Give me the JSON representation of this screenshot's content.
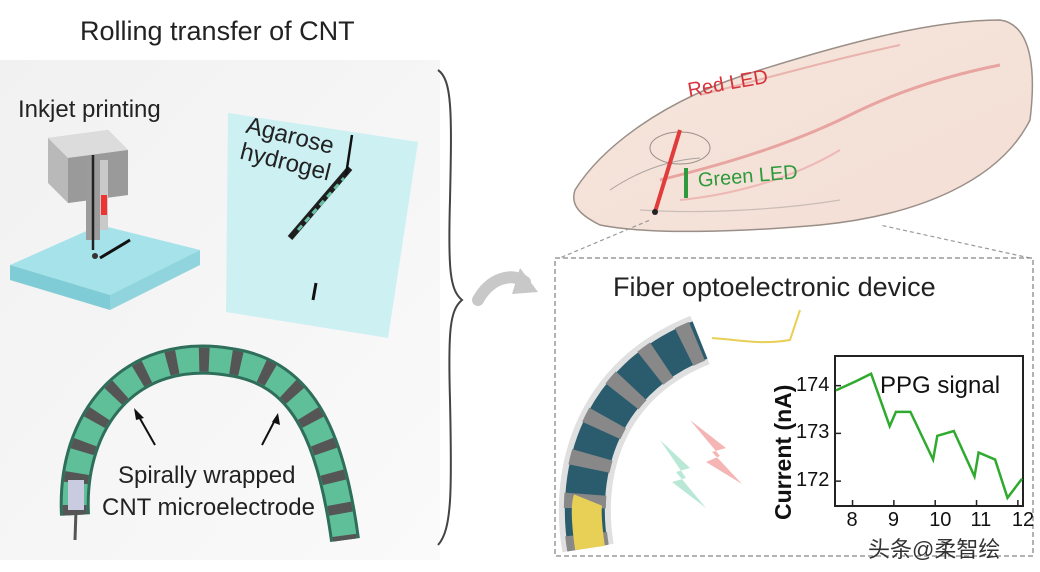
{
  "left_panel": {
    "title": "Rolling transfer of CNT",
    "inkjet_label": "Inkjet printing",
    "hydrogel_label_line1": "Agarose",
    "hydrogel_label_line2": "hydrogel",
    "electrode_label_line1": "Spirally wrapped",
    "electrode_label_line2": "CNT microelectrode"
  },
  "right_top": {
    "red_led": "Red LED",
    "green_led": "Green LED"
  },
  "right_bottom": {
    "title": "Fiber optoelectronic device"
  },
  "watermark": "头条@柔智绘",
  "chart_data": {
    "type": "line",
    "title": "PPG signal",
    "xlabel": "",
    "ylabel": "Current (nA)",
    "xlim": [
      7.6,
      12.1
    ],
    "ylim": [
      171.5,
      174.6
    ],
    "xticks": [
      "8",
      "9",
      "10",
      "11",
      "12"
    ],
    "yticks": [
      "172",
      "173",
      "174"
    ],
    "grid": false,
    "series": [
      {
        "color": "#2faa2f",
        "x": [
          7.6,
          8.1,
          8.45,
          8.9,
          9.05,
          9.4,
          9.95,
          10.05,
          10.45,
          10.95,
          11.05,
          11.45,
          11.75,
          12.1
        ],
        "y": [
          173.9,
          174.1,
          174.25,
          173.15,
          173.45,
          173.45,
          172.45,
          172.95,
          173.05,
          172.1,
          172.6,
          172.45,
          171.65,
          172.05
        ]
      }
    ],
    "colors": {
      "line": "#2faa2f",
      "frame": "#222222"
    }
  }
}
